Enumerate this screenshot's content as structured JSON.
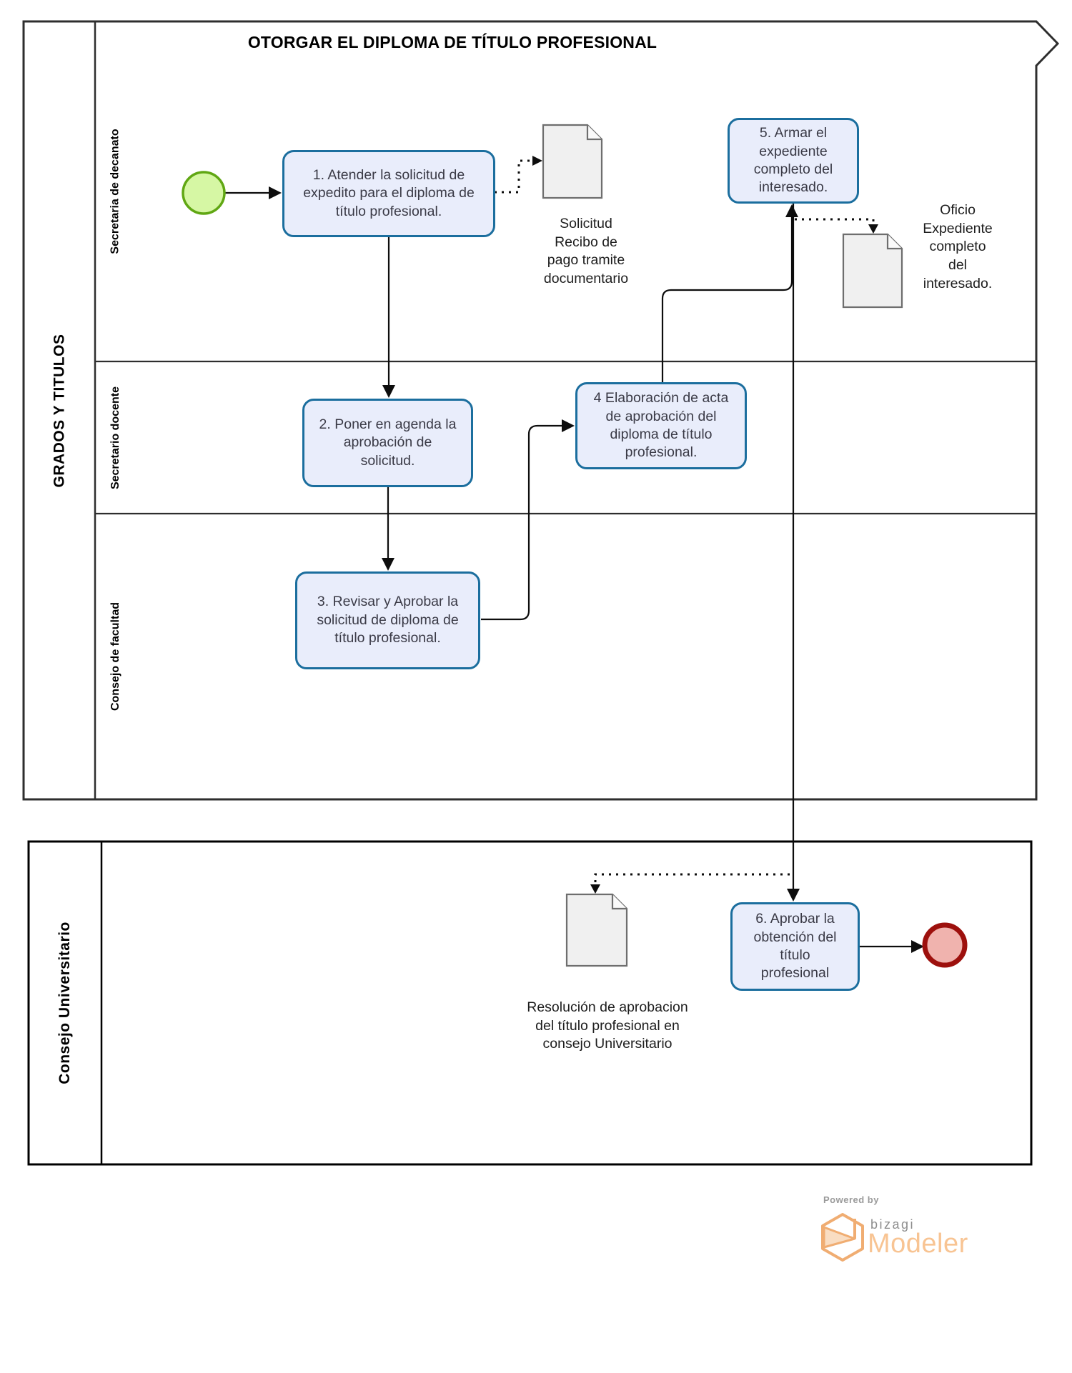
{
  "diagram": {
    "title": "OTORGAR EL DIPLOMA DE TÍTULO PROFESIONAL",
    "pool_grados": {
      "label": "GRADOS Y TITULOS",
      "lanes": [
        {
          "label": "Secretaria de decanato"
        },
        {
          "label": "Secretario docente"
        },
        {
          "label": "Consejo de facultad"
        }
      ]
    },
    "pool_consejo": {
      "label": "Consejo Universitario"
    },
    "tasks": [
      {
        "id": "1",
        "label": "1. Atender la solicitud de\nexpedito para el diploma de\ntítulo profesional."
      },
      {
        "id": "2",
        "label": "2. Poner en agenda la\naprobación de\nsolicitud."
      },
      {
        "id": "3",
        "label": "3. Revisar y Aprobar la\nsolicitud de diploma de\ntítulo profesional."
      },
      {
        "id": "4",
        "label": "4 Elaboración de acta\nde aprobación del\ndiploma de título\nprofesional."
      },
      {
        "id": "5",
        "label": "5. Armar el\nexpediente\ncompleto del\ninteresado."
      },
      {
        "id": "6",
        "label": "6. Aprobar la\nobtención del\ntítulo\nprofesional"
      }
    ],
    "documents": [
      {
        "label": "Solicitud\nRecibo de\npago tramite\ndocumentario"
      },
      {
        "label": "Oficio\nExpediente\ncompleto\ndel\ninteresado."
      },
      {
        "label": "Resolución de aprobacion\ndel título profesional en\nconsejo Universitario"
      }
    ],
    "events": [
      {
        "type": "start"
      },
      {
        "type": "end"
      }
    ],
    "colors": {
      "task_fill": "#E9EDFB",
      "task_border": "#1B6E9E",
      "start_fill": "#D6F7A4",
      "start_border": "#60A713",
      "end_fill": "#F0B3AE",
      "end_border": "#9D100D",
      "doc_fill": "#F0F0F0",
      "doc_border": "#6E6E6E",
      "line": "#0d0d0d"
    }
  },
  "footer": {
    "powered_by": "Powered by",
    "brand": "bizagi",
    "product": "Modeler"
  }
}
